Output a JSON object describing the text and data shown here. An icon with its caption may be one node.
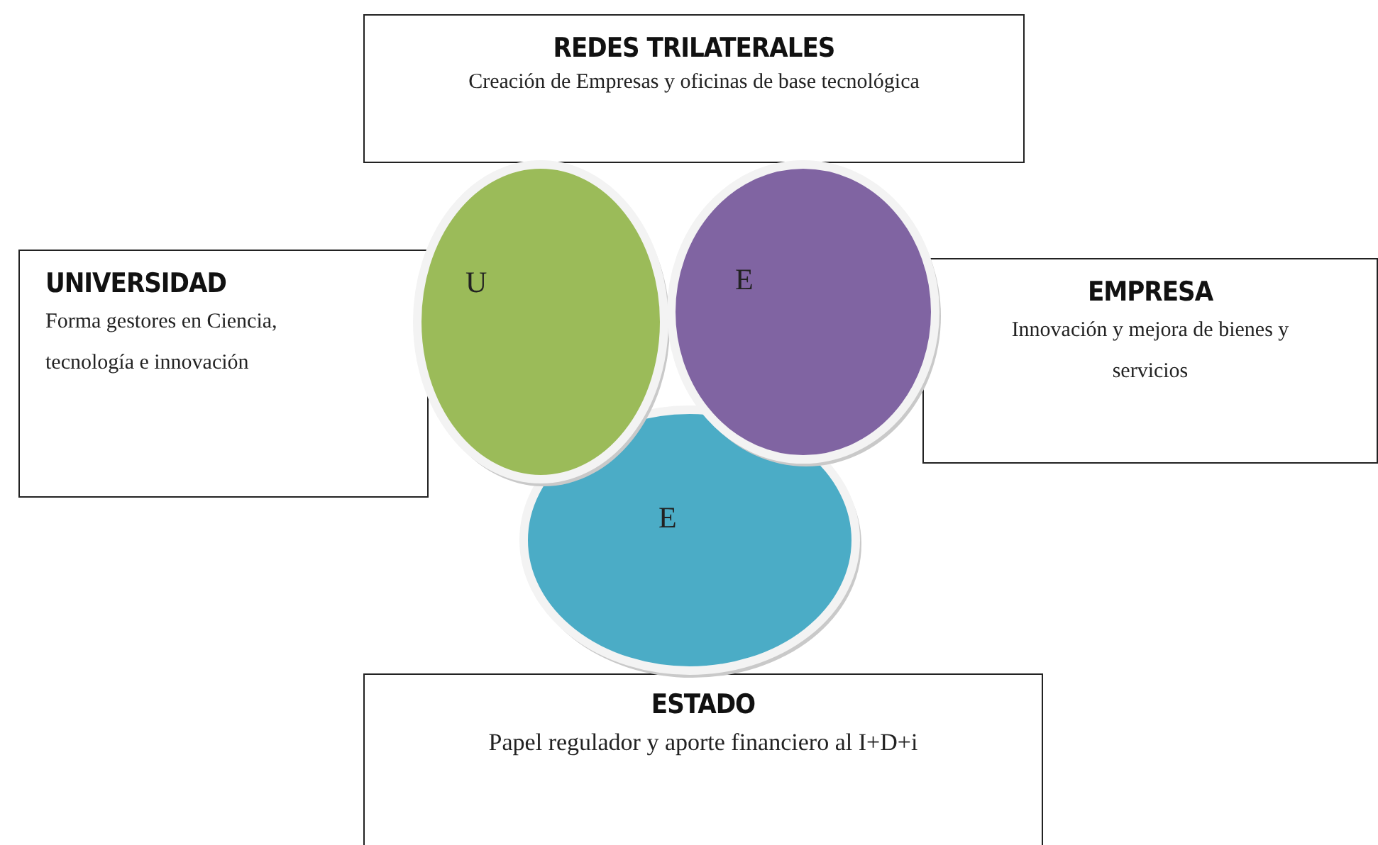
{
  "diagram": {
    "nodes": [
      {
        "text": [
          "REDES TRILATERALES",
          "Creación de Empresas y oficinas de base tecnológica"
        ]
      },
      {
        "text": [
          "UNIVERSIDAD",
          "Forma gestores en Ciencia, tecnología e innovación"
        ]
      },
      {
        "text": [
          "U"
        ]
      },
      {
        "text": [
          "E"
        ]
      },
      {
        "text": [
          "EMPRESA",
          "Innovación y mejora de bienes y servicios"
        ]
      },
      {
        "text": [
          "E"
        ]
      },
      {
        "text": [
          "ESTADO",
          "Papel regulador y aporte financiero al I+D+i"
        ]
      }
    ]
  }
}
